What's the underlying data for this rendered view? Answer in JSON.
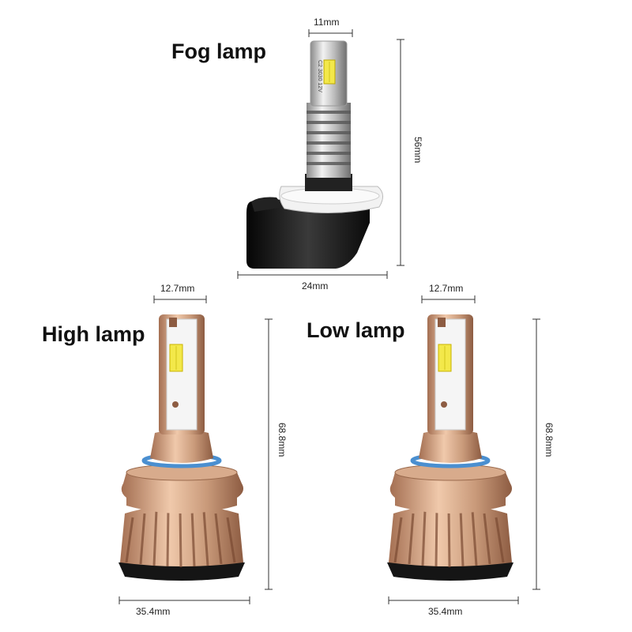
{
  "fog": {
    "title": "Fog lamp",
    "width_label": "11mm",
    "height_label": "56mm",
    "base_label": "24mm",
    "chip_text": "C2 3030 12V"
  },
  "high": {
    "title": "High lamp",
    "width_label": "12.7mm",
    "height_label": "68.8mm",
    "base_label": "35.4mm"
  },
  "low": {
    "title": "Low lamp",
    "width_label": "12.7mm",
    "height_label": "68.8mm",
    "base_label": "35.4mm"
  },
  "colors": {
    "copper": "#c99a7a",
    "silver": "#c8c8c8",
    "blue_ring": "#4a8fd0",
    "chip_yellow": "#f3e84a",
    "black": "#1a1a1a"
  }
}
